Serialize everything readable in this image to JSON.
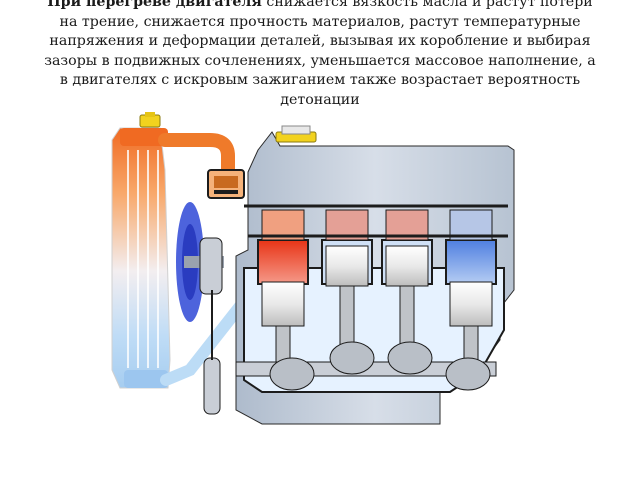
{
  "caption": {
    "bold_lead": "При перегреве двигателя",
    "line1_rest": " снижается вязкость масла и растут потери",
    "line2": "на трение, снижается прочность материалов, растут температурные",
    "line3": "напряжения и деформации деталей, вызывая их коробление и выбирая",
    "line4": "зазоры в подвижных сочленениях, уменьшается массовое наполнение, а",
    "line5": "в двигателях с искровым зажиганием также возрастает вероятность",
    "line6": "детонации"
  },
  "colors": {
    "hot": "#e8401c",
    "warm": "#f39a3a",
    "cool": "#a9c9ef",
    "cold": "#5d8fe0",
    "block": "#c6cfdb",
    "outline": "#1c1c1c",
    "coolant": "#e6f2ff",
    "fan": "#3a52d8",
    "cap": "#f2d21e"
  },
  "icons": {
    "engine": "engine-cutaway-illustration",
    "radiator": "radiator-illustration",
    "fan": "fan-blade-illustration",
    "cap": "radiator-cap-illustration"
  }
}
